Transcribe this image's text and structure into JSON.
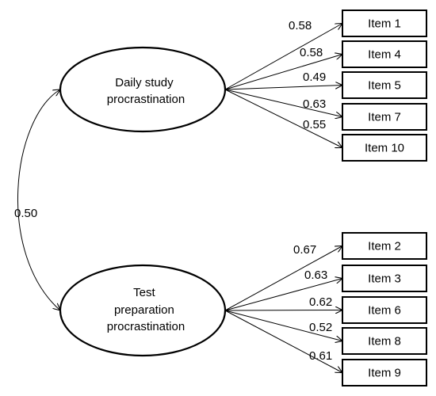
{
  "factors": [
    {
      "label_lines": [
        "Daily study",
        "procrastination"
      ],
      "items": [
        {
          "name": "Item 1",
          "loading": "0.58"
        },
        {
          "name": "Item 4",
          "loading": "0.58"
        },
        {
          "name": "Item 5",
          "loading": "0.49"
        },
        {
          "name": "Item 7",
          "loading": "0.63"
        },
        {
          "name": "Item 10",
          "loading": "0.55"
        }
      ]
    },
    {
      "label_lines": [
        "Test",
        "preparation",
        "procrastination"
      ],
      "items": [
        {
          "name": "Item 2",
          "loading": "0.67"
        },
        {
          "name": "Item 3",
          "loading": "0.63"
        },
        {
          "name": "Item 6",
          "loading": "0.62"
        },
        {
          "name": "Item 8",
          "loading": "0.52"
        },
        {
          "name": "Item 9",
          "loading": "0.61"
        }
      ]
    }
  ],
  "correlation": "0.50",
  "colors": {
    "stroke": "#000000",
    "fill": "#ffffff"
  }
}
